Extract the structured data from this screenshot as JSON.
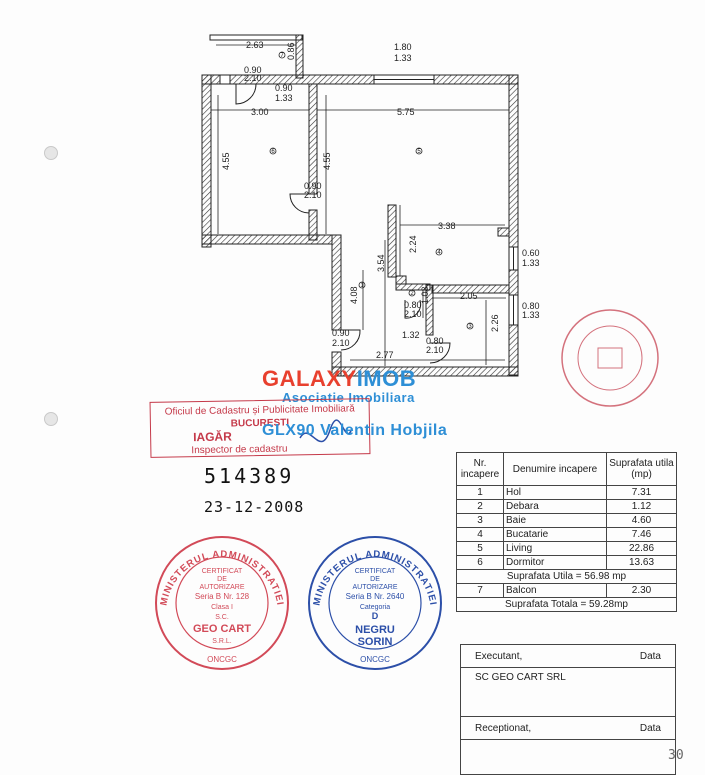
{
  "plan": {
    "dims": {
      "top_left_width": "2.63",
      "top_notch_height": "0.86",
      "window_top": "1.80",
      "window_top_h": "1.33",
      "door_top_left": "0.90",
      "door_top_left_h": "2.10",
      "window_top_left2": "0.90",
      "window_top_left2_h": "1.33",
      "dormitor_width": "3.00",
      "living_width": "5.75",
      "dormitor_height": "4.55",
      "living_height": "4.55",
      "door_mid": "0.90",
      "door_mid_h": "2.10",
      "bucatarie_width": "3.38",
      "bucatarie_h1": "2.24",
      "hol_h": "3.54",
      "window_right1": "0.60",
      "window_right1_h": "1.33",
      "debara_h": "1.03",
      "baie_width": "2.05",
      "window_right2": "0.80",
      "window_right2_h": "1.33",
      "hol_h2": "4.08",
      "door_debara": "0.80",
      "door_debara_h": "2.10",
      "baie_height": "2.26",
      "hol_small": "1.32",
      "door_bottom_left": "0.90",
      "door_bottom_left_h": "2.10",
      "door_baie": "0.80",
      "door_baie_h": "2.10",
      "bottom_width": "2.77"
    },
    "room_numbers": {
      "r1": "1",
      "r2": "2",
      "r3": "3",
      "r4": "4",
      "r5": "5",
      "r6": "6",
      "r7": "7"
    }
  },
  "watermark": {
    "brand_part1": "GALAXY",
    "brand_part2": "IMOB",
    "subtitle": "Asociatie Imobiliara",
    "agent": "GLX90 Valentin Hobjila"
  },
  "stamp_rect": {
    "line1": "Oficiul de Cadastru și Publicitate Imobiliară",
    "line2": "BUCUREȘTI",
    "line3": "IAGĂR",
    "line4": "Inspector de cadastru"
  },
  "handwritten": {
    "number": "514389",
    "date": "23-12-2008"
  },
  "seal_left": {
    "ring": "MINISTERUL ADMINISTRATIEI PUBLICE",
    "bottom": "ONCGC",
    "l1": "CERTIFICAT",
    "l2": "DE",
    "l3": "AUTORIZARE",
    "l4": "Seria B Nr. 128",
    "l5": "Clasa I",
    "l6": "S.C.",
    "l7": "GEO CART",
    "l8": "S.R.L."
  },
  "seal_right": {
    "ring": "MINISTERUL ADMINISTRATIEI PUBLICE",
    "bottom": "ONCGC",
    "l1": "CERTIFICAT",
    "l2": "DE",
    "l3": "AUTORIZARE",
    "l4": "Seria B Nr. 2640",
    "l5": "Categoria",
    "l6": "D",
    "l7": "NEGRU",
    "l8": "SORIN"
  },
  "table": {
    "headers": [
      "Nr. incapere",
      "Denumire incapere",
      "Suprafata utila (mp)"
    ],
    "rows": [
      {
        "nr": "1",
        "name": "Hol",
        "area": "7.31"
      },
      {
        "nr": "2",
        "name": "Debara",
        "area": "1.12"
      },
      {
        "nr": "3",
        "name": "Baie",
        "area": "4.60"
      },
      {
        "nr": "4",
        "name": "Bucatarie",
        "area": "7.46"
      },
      {
        "nr": "5",
        "name": "Living",
        "area": "22.86"
      },
      {
        "nr": "6",
        "name": "Dormitor",
        "area": "13.63"
      }
    ],
    "suprafata_utila": "Suprafata Utila = 56.98 mp",
    "balcon": {
      "nr": "7",
      "name": "Balcon",
      "area": "2.30"
    },
    "suprafata_totala": "Suprafata Totala = 59.28mp"
  },
  "exec": {
    "executant": "Executant,",
    "data1": "Data",
    "company": "SC GEO CART SRL",
    "receptionat": "Receptionat,",
    "data2": "Data"
  },
  "page_number": "30"
}
